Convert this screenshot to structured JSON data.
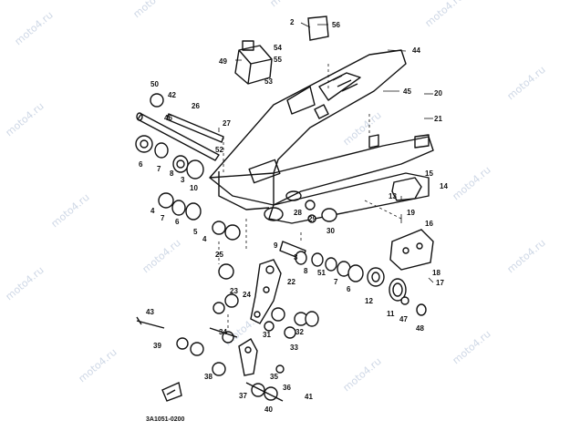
{
  "diagram": {
    "code": "3A1051-0200",
    "watermark": "moto4.ru",
    "labels": [
      "2",
      "56",
      "54",
      "55",
      "53",
      "49",
      "44",
      "50",
      "42",
      "46",
      "26",
      "27",
      "45",
      "20",
      "21",
      "52",
      "6",
      "7",
      "8",
      "3",
      "10",
      "15",
      "13",
      "14",
      "28",
      "29",
      "30",
      "19",
      "16",
      "4",
      "7",
      "6",
      "5",
      "4",
      "9",
      "3",
      "8",
      "51",
      "7",
      "6",
      "12",
      "11",
      "25",
      "23",
      "24",
      "22",
      "18",
      "17",
      "43",
      "39",
      "34",
      "35",
      "32",
      "31",
      "36",
      "33",
      "37",
      "38",
      "40",
      "41",
      "47",
      "48"
    ]
  }
}
